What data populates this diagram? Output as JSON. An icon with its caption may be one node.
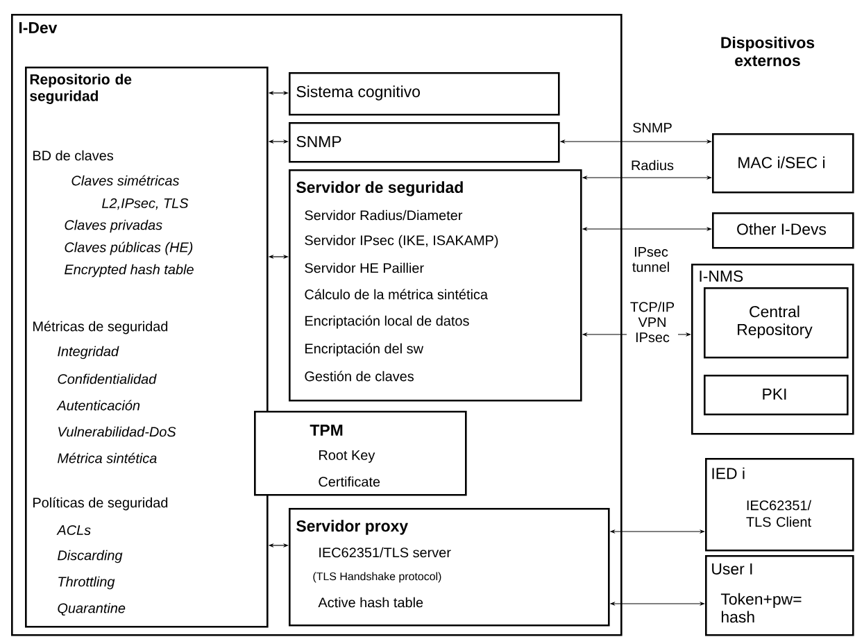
{
  "diagram": {
    "nodes": [
      {
        "text": [
          "I-Dev"
        ]
      },
      {
        "text": [
          "Repositorio de seguridad",
          "BD de claves",
          "Claves simétricas",
          "L2,IPsec, TLS",
          "Claves privadas",
          "Claves públicas (HE)",
          "Encrypted hash table",
          "Métricas de seguridad",
          "Integridad",
          "Confidentialidad",
          "Autenticación",
          "Vulnerabilidad-DoS",
          "Métrica sintética",
          "Políticas de seguridad",
          "ACLs",
          "Discarding",
          "Throttling",
          "Quarantine"
        ],
        "in": 0
      },
      {
        "text": [
          "Sistema cognitivo"
        ],
        "in": 0
      },
      {
        "text": [
          "SNMP"
        ],
        "in": 0
      },
      {
        "text": [
          "Servidor de seguridad",
          "Servidor Radius/Diameter",
          "Servidor IPsec (IKE, ISAKAMP)",
          "Servidor HE Paillier",
          "Cálculo de la métrica sintética",
          "Encriptación local de datos",
          "Encriptación del sw",
          "Gestión de claves"
        ],
        "in": 0
      },
      {
        "text": [
          "TPM",
          "Root Key",
          "Certificate"
        ],
        "in": 0
      },
      {
        "text": [
          "Servidor proxy",
          "IEC62351/TLS server",
          "(TLS Handshake protocol)",
          "Active hash table"
        ],
        "in": 0
      },
      {
        "text": [
          "MAC i/SEC i"
        ]
      },
      {
        "text": [
          "Other I-Devs"
        ]
      },
      {
        "text": [
          "I-NMS"
        ]
      },
      {
        "text": [
          "Central Repository"
        ],
        "in": 9
      },
      {
        "text": [
          "PKI"
        ],
        "in": 9
      },
      {
        "text": [
          "IED i",
          "IEC62351/ TLS Client"
        ]
      },
      {
        "text": [
          "User I",
          "Token+pw= hash"
        ]
      }
    ],
    "edges": [
      {
        "from": 1,
        "to": 2,
        "arrow": "both"
      },
      {
        "from": 1,
        "to": 3,
        "arrow": "both"
      },
      {
        "from": 1,
        "to": 4,
        "arrow": "both"
      },
      {
        "from": 1,
        "to": 6,
        "arrow": "both"
      },
      {
        "from": 3,
        "to": 7,
        "arrow": "both",
        "label": "SNMP"
      },
      {
        "from": 4,
        "to": 7,
        "arrow": "both",
        "label": "Radius"
      },
      {
        "from": 4,
        "to": 8,
        "arrow": "both",
        "label": "IPsec tunnel"
      },
      {
        "from": 4,
        "to": 9,
        "arrow": "both",
        "label": "TCP/IP VPN IPsec"
      },
      {
        "from": 6,
        "to": 12,
        "arrow": "both"
      },
      {
        "from": 6,
        "to": 13,
        "arrow": "both"
      }
    ],
    "labels": [
      "Dispositivos externos"
    ]
  }
}
